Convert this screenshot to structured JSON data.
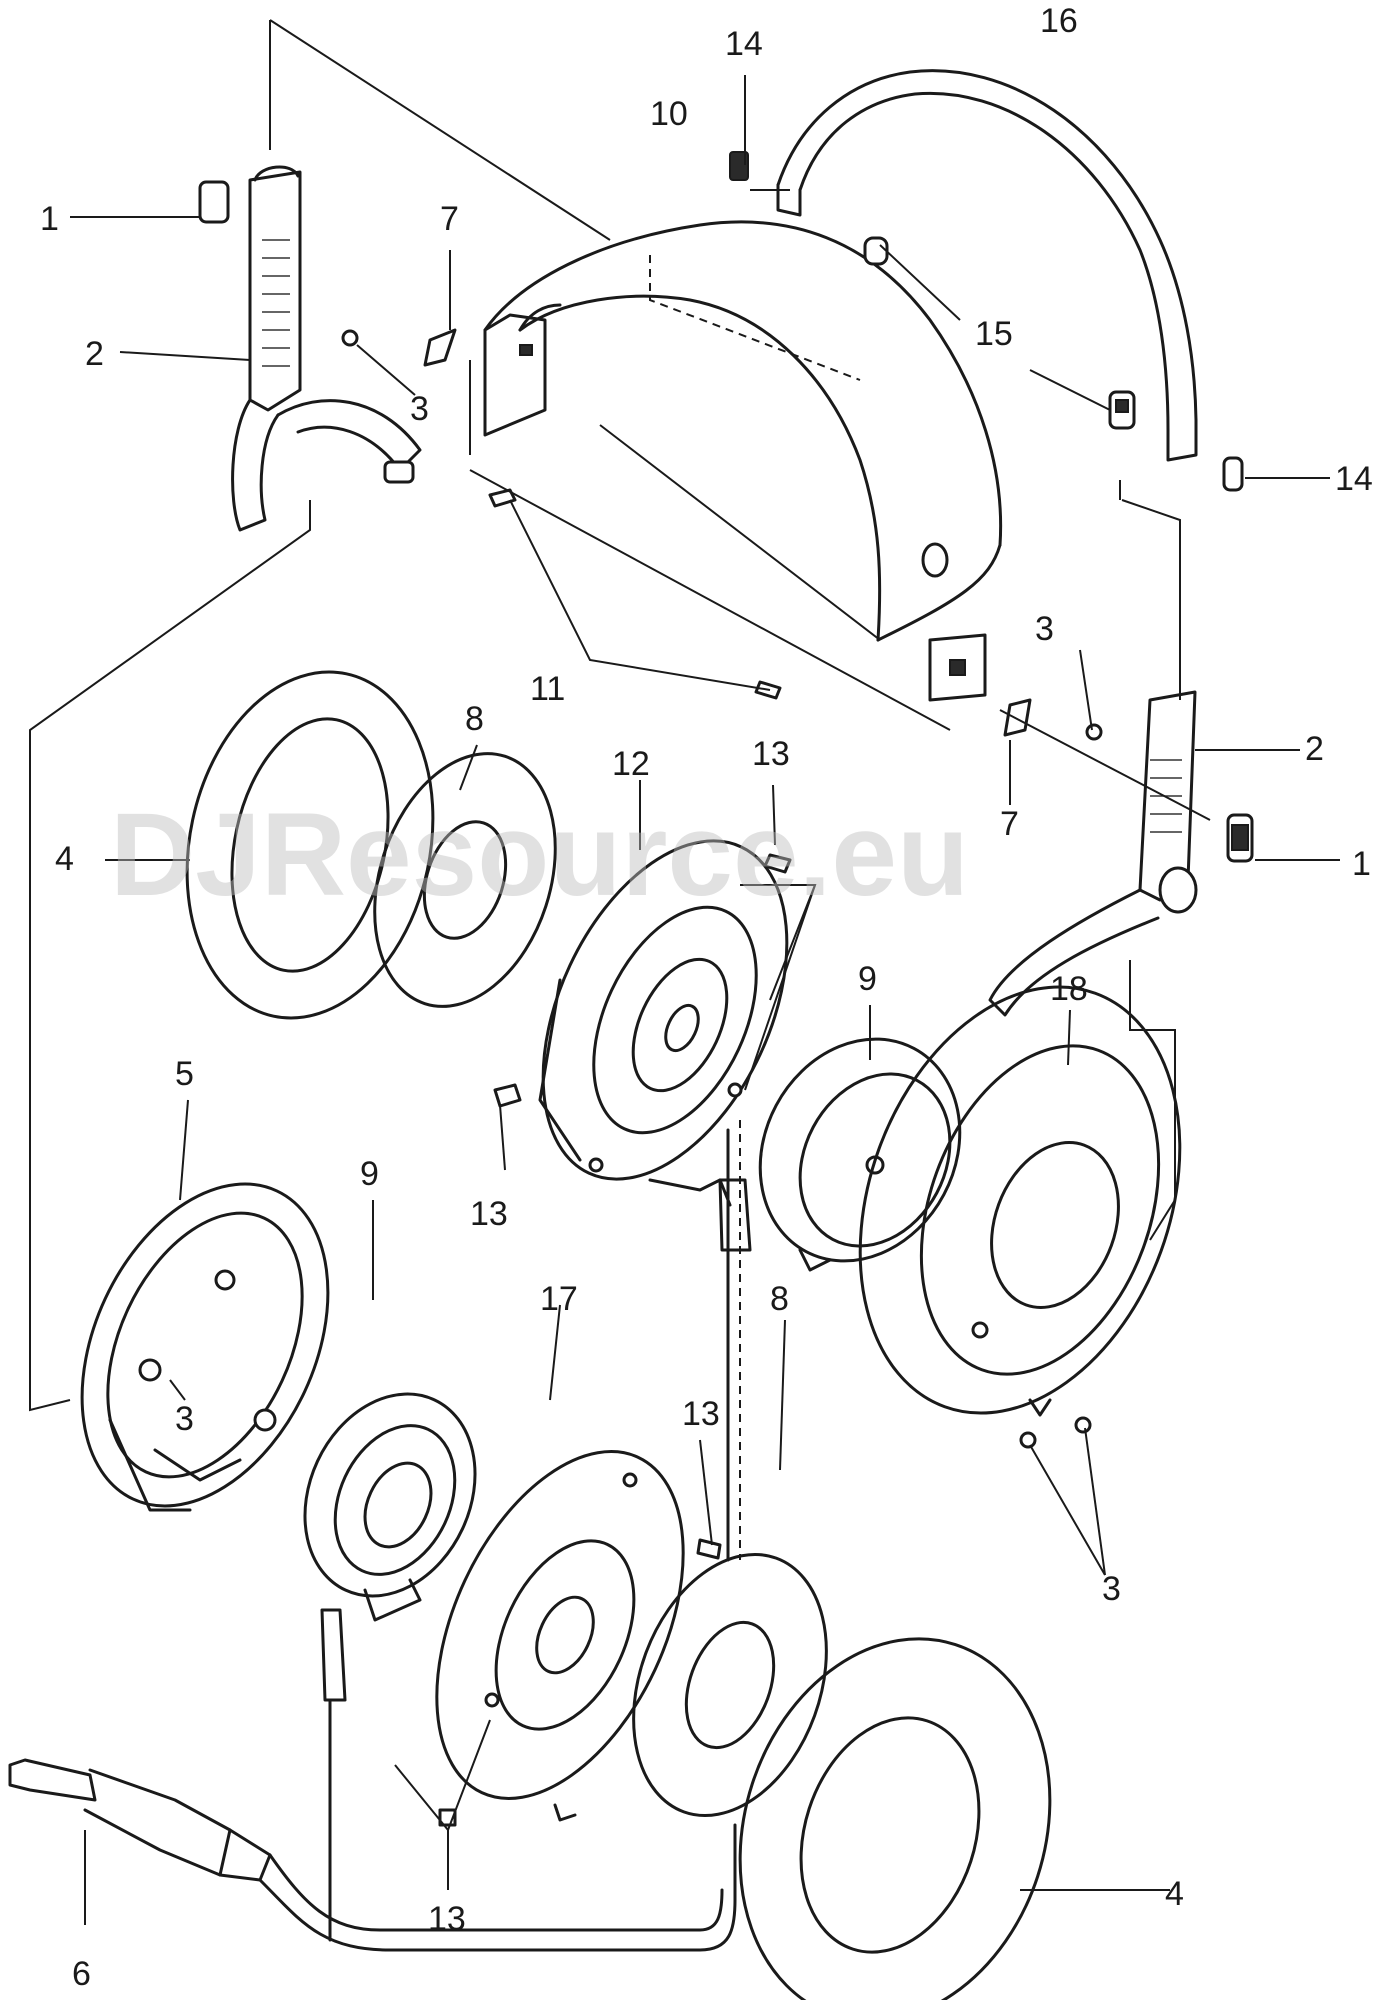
{
  "watermark": "DJResource.eu",
  "callouts": [
    {
      "id": "c1a",
      "text": "1"
    },
    {
      "id": "c1b",
      "text": "1"
    },
    {
      "id": "c2a",
      "text": "2"
    },
    {
      "id": "c2b",
      "text": "2"
    },
    {
      "id": "c3a",
      "text": "3"
    },
    {
      "id": "c3b",
      "text": "3"
    },
    {
      "id": "c3c",
      "text": "3"
    },
    {
      "id": "c3d",
      "text": "3"
    },
    {
      "id": "c4a",
      "text": "4"
    },
    {
      "id": "c4b",
      "text": "4"
    },
    {
      "id": "c5",
      "text": "5"
    },
    {
      "id": "c6",
      "text": "6"
    },
    {
      "id": "c7a",
      "text": "7"
    },
    {
      "id": "c7b",
      "text": "7"
    },
    {
      "id": "c8a",
      "text": "8"
    },
    {
      "id": "c8b",
      "text": "8"
    },
    {
      "id": "c9a",
      "text": "9"
    },
    {
      "id": "c9b",
      "text": "9"
    },
    {
      "id": "c10",
      "text": "10"
    },
    {
      "id": "c11",
      "text": "11"
    },
    {
      "id": "c12",
      "text": "12"
    },
    {
      "id": "c13a",
      "text": "13"
    },
    {
      "id": "c13b",
      "text": "13"
    },
    {
      "id": "c13c",
      "text": "13"
    },
    {
      "id": "c13d",
      "text": "13"
    },
    {
      "id": "c14a",
      "text": "14"
    },
    {
      "id": "c14b",
      "text": "14"
    },
    {
      "id": "c15",
      "text": "15"
    },
    {
      "id": "c16",
      "text": "16"
    },
    {
      "id": "c17",
      "text": "17"
    },
    {
      "id": "c18",
      "text": "18"
    }
  ]
}
